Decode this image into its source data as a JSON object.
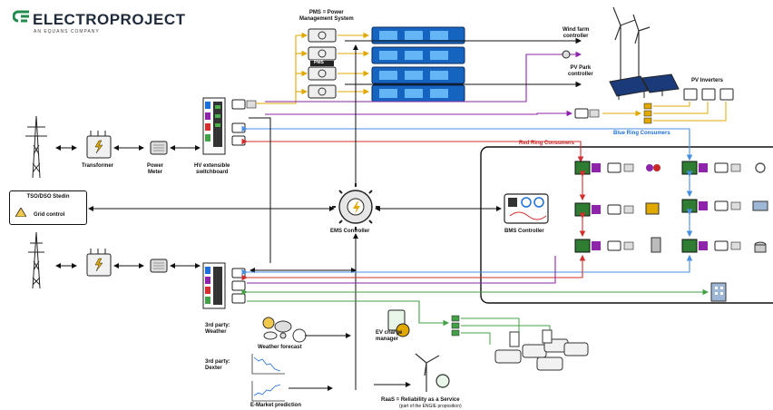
{
  "brand": {
    "name": "ELECTROPROJECT",
    "tagline": "AN EQUANS COMPANY",
    "color": "#1f8c4e"
  },
  "colors": {
    "yellow": "#e0a800",
    "purple": "#8e24aa",
    "red": "#d32f2f",
    "blue": "#4a90e2",
    "green": "#43a047",
    "black": "#111111",
    "gray": "#888888",
    "battery": "#1565c0"
  },
  "labels": {
    "pms": "PMS = Power\nManagement System",
    "pms_tag": "PMS",
    "wind": "Wind farm\ncontroller",
    "pv_park": "PV Park\ncontroller",
    "pv_inverters": "PV Inverters",
    "transformer": "Transformer",
    "power_meter": "Power\nMeter",
    "hv": "HV extensible\nswitchboard",
    "tso": "TSO/DSO Stedin",
    "grid": "Grid control",
    "ems": "EMS Controller",
    "bms": "BMS Controller",
    "red_ring": "Red Ring Consumers",
    "blue_ring": "Blue Ring Consumers",
    "weather_party": "3rd party:\nWeather",
    "weather_forecast": "Weather forecast",
    "dexter_party": "3rd party:\nDexter",
    "emarket": "E-Market prediction",
    "ev": "EV charge\nmanager",
    "raas": "RaaS = Reliability as a Service",
    "raas_sub": "(part of the ENGIE proposition)"
  }
}
